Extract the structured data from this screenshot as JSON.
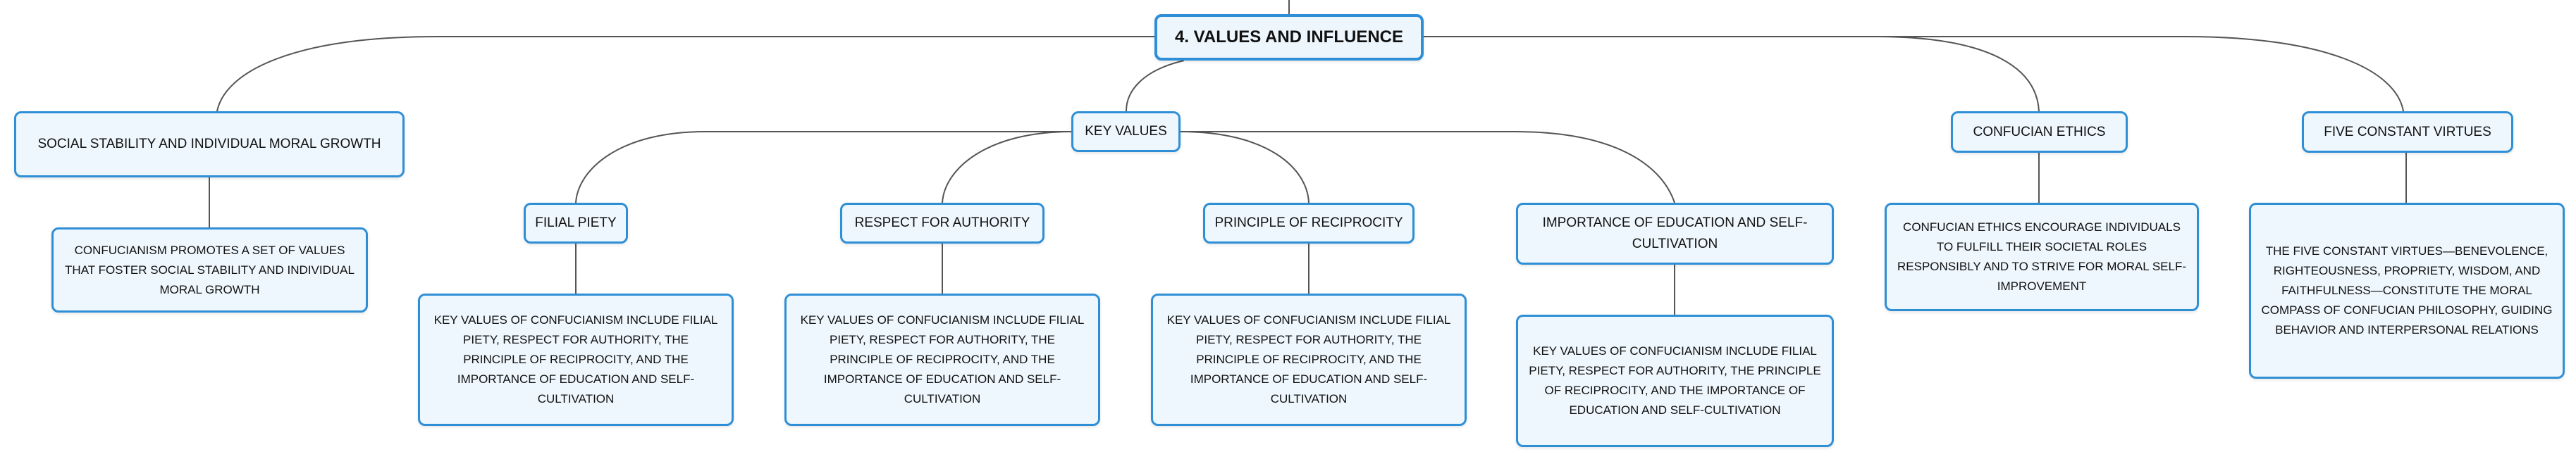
{
  "root": {
    "label": "4. VALUES AND INFLUENCE"
  },
  "branches": {
    "social": {
      "label": "SOCIAL STABILITY AND INDIVIDUAL MORAL GROWTH",
      "detail": "CONFUCIANISM PROMOTES A SET OF VALUES THAT FOSTER SOCIAL STABILITY AND INDIVIDUAL MORAL GROWTH"
    },
    "key_values": {
      "label": "KEY VALUES",
      "children": [
        {
          "label": "FILIAL PIETY",
          "detail": "KEY VALUES OF CONFUCIANISM INCLUDE FILIAL PIETY, RESPECT FOR AUTHORITY, THE PRINCIPLE OF RECIPROCITY, AND THE IMPORTANCE OF EDUCATION AND SELF-CULTIVATION"
        },
        {
          "label": "RESPECT FOR AUTHORITY",
          "detail": "KEY VALUES OF CONFUCIANISM INCLUDE FILIAL PIETY, RESPECT FOR AUTHORITY, THE PRINCIPLE OF RECIPROCITY, AND THE IMPORTANCE OF EDUCATION AND SELF-CULTIVATION"
        },
        {
          "label": "PRINCIPLE OF RECIPROCITY",
          "detail": "KEY VALUES OF CONFUCIANISM INCLUDE FILIAL PIETY, RESPECT FOR AUTHORITY, THE PRINCIPLE OF RECIPROCITY, AND THE IMPORTANCE OF EDUCATION AND SELF-CULTIVATION"
        },
        {
          "label": "IMPORTANCE OF EDUCATION AND SELF-CULTIVATION",
          "detail": "KEY VALUES OF CONFUCIANISM INCLUDE FILIAL PIETY, RESPECT FOR AUTHORITY, THE PRINCIPLE OF RECIPROCITY, AND THE IMPORTANCE OF EDUCATION AND SELF-CULTIVATION"
        }
      ]
    },
    "ethics": {
      "label": "CONFUCIAN ETHICS",
      "detail": "CONFUCIAN ETHICS ENCOURAGE INDIVIDUALS TO FULFILL THEIR SOCIETAL ROLES RESPONSIBLY AND TO STRIVE FOR MORAL SELF-IMPROVEMENT"
    },
    "virtues": {
      "label": "FIVE CONSTANT VIRTUES",
      "detail": "THE FIVE CONSTANT VIRTUES—BENEVOLENCE, RIGHTEOUSNESS, PROPRIETY, WISDOM, AND FAITHFULNESS—CONSTITUTE THE MORAL COMPASS OF CONFUCIAN PHILOSOPHY, GUIDING BEHAVIOR AND INTERPERSONAL RELATIONS"
    }
  },
  "colors": {
    "node_border": "#2f8fd6",
    "node_fill": "#eef7fd",
    "connector": "#555555",
    "text": "#111111"
  }
}
